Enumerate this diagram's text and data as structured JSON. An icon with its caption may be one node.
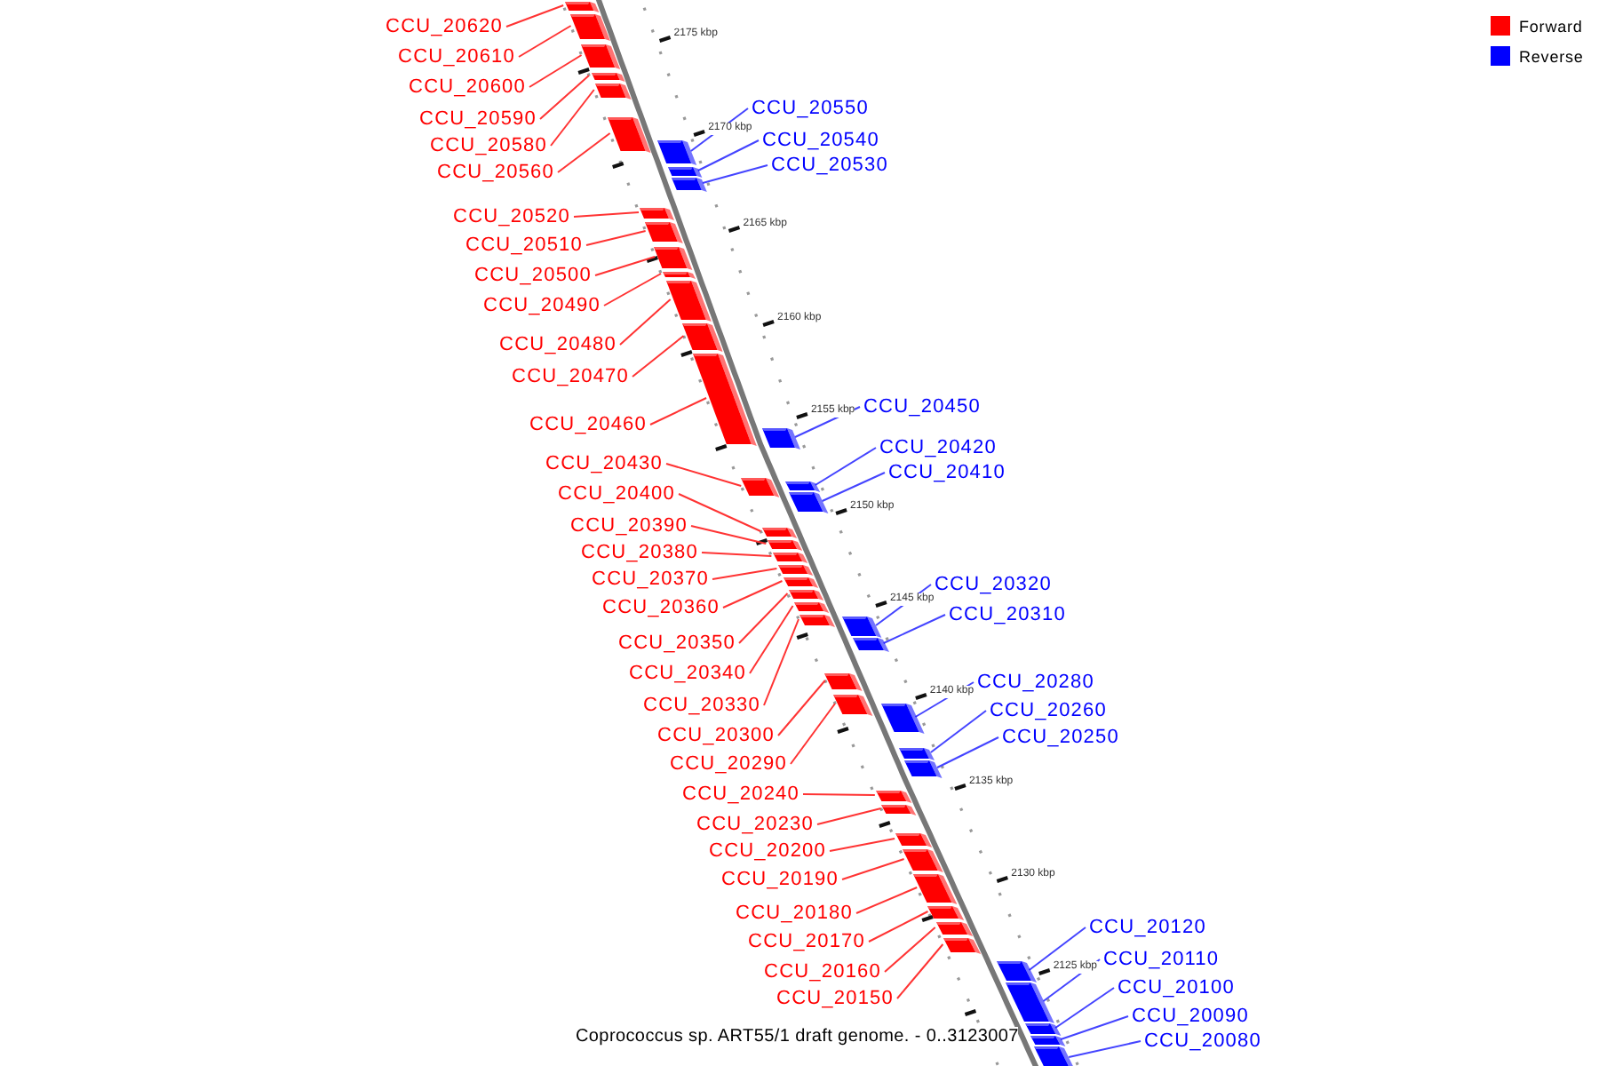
{
  "diagram": {
    "caption": "Coprococcus sp. ART55/1 draft genome. - 0..3123007",
    "nodes": [
      {
        "text": [
          "CCU_20620"
        ]
      },
      {
        "text": [],
        "shape": "bar"
      },
      {
        "text": [
          "CCU_20610"
        ]
      },
      {
        "text": [],
        "shape": "bar"
      },
      {
        "text": [
          "CCU_20600"
        ]
      },
      {
        "text": [],
        "shape": "bar"
      },
      {
        "text": [
          "CCU_20590"
        ]
      },
      {
        "text": [],
        "shape": "bar"
      },
      {
        "text": [
          "CCU_20580"
        ]
      },
      {
        "text": [],
        "shape": "bar"
      },
      {
        "text": [
          "CCU_20560"
        ]
      },
      {
        "text": [],
        "shape": "bar"
      },
      {
        "text": [
          "CCU_20550"
        ]
      },
      {
        "text": [],
        "shape": "bar"
      },
      {
        "text": [
          "CCU_20540"
        ]
      },
      {
        "text": [],
        "shape": "bar"
      },
      {
        "text": [
          "CCU_20530"
        ]
      },
      {
        "text": [],
        "shape": "bar"
      },
      {
        "text": [
          "CCU_20520"
        ]
      },
      {
        "text": [],
        "shape": "bar"
      },
      {
        "text": [
          "CCU_20510"
        ]
      },
      {
        "text": [],
        "shape": "bar"
      },
      {
        "text": [
          "CCU_20500"
        ]
      },
      {
        "text": [],
        "shape": "bar"
      },
      {
        "text": [
          "CCU_20490"
        ]
      },
      {
        "text": [],
        "shape": "bar"
      },
      {
        "text": [
          "CCU_20480"
        ]
      },
      {
        "text": [],
        "shape": "bar"
      },
      {
        "text": [
          "CCU_20470"
        ]
      },
      {
        "text": [],
        "shape": "bar"
      },
      {
        "text": [
          "CCU_20460"
        ]
      },
      {
        "text": [],
        "shape": "bar"
      },
      {
        "text": [
          "CCU_20450"
        ]
      },
      {
        "text": [],
        "shape": "bar"
      },
      {
        "text": [
          "CCU_20430"
        ]
      },
      {
        "text": [],
        "shape": "bar"
      },
      {
        "text": [
          "CCU_20420"
        ]
      },
      {
        "text": [],
        "shape": "bar"
      },
      {
        "text": [
          "CCU_20410"
        ]
      },
      {
        "text": [],
        "shape": "bar"
      },
      {
        "text": [
          "CCU_20400"
        ]
      },
      {
        "text": [],
        "shape": "bar"
      },
      {
        "text": [
          "CCU_20390"
        ]
      },
      {
        "text": [],
        "shape": "bar"
      },
      {
        "text": [
          "CCU_20380"
        ]
      },
      {
        "text": [],
        "shape": "bar"
      },
      {
        "text": [
          "CCU_20370"
        ]
      },
      {
        "text": [],
        "shape": "bar"
      },
      {
        "text": [
          "CCU_20360"
        ]
      },
      {
        "text": [],
        "shape": "bar"
      },
      {
        "text": [
          "CCU_20350"
        ]
      },
      {
        "text": [],
        "shape": "bar"
      },
      {
        "text": [
          "CCU_20340"
        ]
      },
      {
        "text": [],
        "shape": "bar"
      },
      {
        "text": [
          "CCU_20330"
        ]
      },
      {
        "text": [],
        "shape": "bar"
      },
      {
        "text": [
          "CCU_20320"
        ]
      },
      {
        "text": [],
        "shape": "bar"
      },
      {
        "text": [
          "CCU_20310"
        ]
      },
      {
        "text": [],
        "shape": "bar"
      },
      {
        "text": [
          "CCU_20300"
        ]
      },
      {
        "text": [],
        "shape": "bar"
      },
      {
        "text": [
          "CCU_20290"
        ]
      },
      {
        "text": [],
        "shape": "bar"
      },
      {
        "text": [
          "CCU_20280"
        ]
      },
      {
        "text": [],
        "shape": "bar"
      },
      {
        "text": [
          "CCU_20260"
        ]
      },
      {
        "text": [],
        "shape": "bar"
      },
      {
        "text": [
          "CCU_20250"
        ]
      },
      {
        "text": [],
        "shape": "bar"
      },
      {
        "text": [
          "CCU_20240"
        ]
      },
      {
        "text": [],
        "shape": "bar"
      },
      {
        "text": [
          "CCU_20230"
        ]
      },
      {
        "text": [],
        "shape": "bar"
      },
      {
        "text": [
          "CCU_20200"
        ]
      },
      {
        "text": [],
        "shape": "bar"
      },
      {
        "text": [
          "CCU_20190"
        ]
      },
      {
        "text": [],
        "shape": "bar"
      },
      {
        "text": [
          "CCU_20180"
        ]
      },
      {
        "text": [],
        "shape": "bar"
      },
      {
        "text": [
          "CCU_20170"
        ]
      },
      {
        "text": [],
        "shape": "bar"
      },
      {
        "text": [
          "CCU_20160"
        ]
      },
      {
        "text": [],
        "shape": "bar"
      },
      {
        "text": [
          "CCU_20150"
        ]
      },
      {
        "text": [],
        "shape": "bar"
      },
      {
        "text": [
          "CCU_20120"
        ]
      },
      {
        "text": [],
        "shape": "bar"
      },
      {
        "text": [
          "CCU_20110"
        ]
      },
      {
        "text": [],
        "shape": "bar"
      },
      {
        "text": [
          "CCU_20100"
        ]
      },
      {
        "text": [],
        "shape": "bar"
      },
      {
        "text": [
          "CCU_20090"
        ]
      },
      {
        "text": [],
        "shape": "bar"
      },
      {
        "text": [
          "CCU_20080"
        ]
      },
      {
        "text": [],
        "shape": "bar"
      }
    ],
    "edges": [
      {
        "from": 0,
        "to": 1,
        "arrow": "none"
      },
      {
        "from": 2,
        "to": 3,
        "arrow": "none"
      },
      {
        "from": 4,
        "to": 5,
        "arrow": "none"
      },
      {
        "from": 6,
        "to": 7,
        "arrow": "none"
      },
      {
        "from": 8,
        "to": 9,
        "arrow": "none"
      },
      {
        "from": 10,
        "to": 11,
        "arrow": "none"
      },
      {
        "from": 12,
        "to": 13,
        "arrow": "none",
        "color": "#4444ff"
      },
      {
        "from": 14,
        "to": 15,
        "arrow": "none",
        "color": "#4444ff"
      },
      {
        "from": 16,
        "to": 17,
        "arrow": "none",
        "color": "#4444ff"
      },
      {
        "from": 18,
        "to": 19,
        "arrow": "none"
      },
      {
        "from": 20,
        "to": 21,
        "arrow": "none"
      },
      {
        "from": 22,
        "to": 23,
        "arrow": "none"
      },
      {
        "from": 24,
        "to": 25,
        "arrow": "none"
      },
      {
        "from": 26,
        "to": 27,
        "arrow": "none"
      },
      {
        "from": 28,
        "to": 29,
        "arrow": "none"
      },
      {
        "from": 30,
        "to": 31,
        "arrow": "none"
      },
      {
        "from": 32,
        "to": 33,
        "arrow": "none",
        "color": "#4444ff"
      },
      {
        "from": 34,
        "to": 35,
        "arrow": "none"
      },
      {
        "from": 36,
        "to": 37,
        "arrow": "none",
        "color": "#4444ff"
      },
      {
        "from": 38,
        "to": 39,
        "arrow": "none",
        "color": "#4444ff"
      },
      {
        "from": 40,
        "to": 41,
        "arrow": "none"
      },
      {
        "from": 42,
        "to": 43,
        "arrow": "none"
      },
      {
        "from": 44,
        "to": 45,
        "arrow": "none"
      },
      {
        "from": 46,
        "to": 47,
        "arrow": "none"
      },
      {
        "from": 48,
        "to": 49,
        "arrow": "none"
      },
      {
        "from": 50,
        "to": 51,
        "arrow": "none"
      },
      {
        "from": 52,
        "to": 53,
        "arrow": "none"
      },
      {
        "from": 54,
        "to": 55,
        "arrow": "none"
      },
      {
        "from": 56,
        "to": 57,
        "arrow": "none",
        "color": "#4444ff"
      },
      {
        "from": 58,
        "to": 59,
        "arrow": "none",
        "color": "#4444ff"
      },
      {
        "from": 60,
        "to": 61,
        "arrow": "none"
      },
      {
        "from": 62,
        "to": 63,
        "arrow": "none"
      },
      {
        "from": 64,
        "to": 65,
        "arrow": "none",
        "color": "#4444ff"
      },
      {
        "from": 66,
        "to": 67,
        "arrow": "none",
        "color": "#4444ff"
      },
      {
        "from": 68,
        "to": 69,
        "arrow": "none",
        "color": "#4444ff"
      },
      {
        "from": 70,
        "to": 71,
        "arrow": "none"
      },
      {
        "from": 72,
        "to": 73,
        "arrow": "none"
      },
      {
        "from": 74,
        "to": 75,
        "arrow": "none"
      },
      {
        "from": 76,
        "to": 77,
        "arrow": "none"
      },
      {
        "from": 78,
        "to": 79,
        "arrow": "none"
      },
      {
        "from": 80,
        "to": 81,
        "arrow": "none"
      },
      {
        "from": 82,
        "to": 83,
        "arrow": "none"
      },
      {
        "from": 84,
        "to": 85,
        "arrow": "none"
      },
      {
        "from": 86,
        "to": 87,
        "arrow": "none",
        "color": "#4444ff"
      },
      {
        "from": 88,
        "to": 89,
        "arrow": "none",
        "color": "#4444ff"
      },
      {
        "from": 90,
        "to": 91,
        "arrow": "none",
        "color": "#4444ff"
      },
      {
        "from": 92,
        "to": 93,
        "arrow": "none",
        "color": "#4444ff"
      },
      {
        "from": 94,
        "to": 95,
        "arrow": "none",
        "color": "#4444ff"
      }
    ],
    "labels": [
      "2175 kbp",
      "2170 kbp",
      "2165 kbp",
      "2160 kbp",
      "2155 kbp",
      "2150 kbp",
      "2145 kbp",
      "2140 kbp",
      "2135 kbp",
      "2130 kbp",
      "2125 kbp"
    ],
    "legend": [
      {
        "text": "Forward",
        "color": "#ff0000"
      },
      {
        "text": "Reverse",
        "color": "#0000ff"
      }
    ]
  }
}
